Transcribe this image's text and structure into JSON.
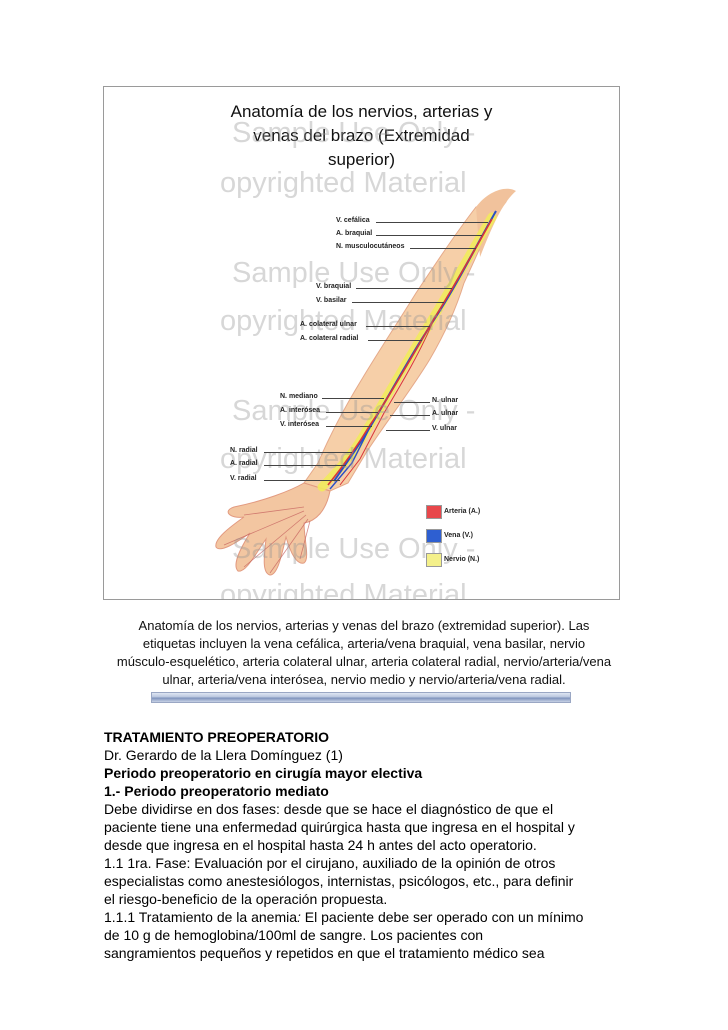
{
  "figure": {
    "title_lines": [
      "Anatomía de los nervios, arterias y",
      "venas del brazo (Extremidad",
      "superior)"
    ],
    "watermarks": [
      "Sample Use Only -",
      "opyrighted Material",
      "Sample Use Only -",
      "opyrighted Material",
      "Sample Use Only -",
      "opyrighted Material",
      "Sample Use Only -",
      "opyrighted Material"
    ],
    "labels": {
      "v_cefalica": "V. cefálica",
      "a_braquial": "A. braquial",
      "n_musculocutaneos": "N. musculocutáneos",
      "v_braquial": "V. braquial",
      "v_basilar": "V. basilar",
      "a_colateral_ulnar": "A. colateral ulnar",
      "a_colateral_radial": "A. colateral radial",
      "n_mediano": "N. mediano",
      "a_interosea": "A. interósea",
      "v_interosea": "V. interósea",
      "n_ulnar": "N. ulnar",
      "a_ulnar": "A. ulnar",
      "v_ulnar": "V. ulnar",
      "n_radial": "N. radial",
      "a_radial": "A. radial",
      "v_radial": "V. radial"
    },
    "legend": [
      {
        "label": "Arteria (A.)",
        "color": "#e8474b"
      },
      {
        "label": "Vena (V.)",
        "color": "#2e5fd1"
      },
      {
        "label": "Nervio (N.)",
        "color": "#f4f08a"
      }
    ],
    "colors": {
      "skin": "#f6cfa8",
      "skin_shade": "#e9a98a",
      "artery": "#d9343a",
      "vein": "#2a4fc4",
      "nerve": "#f2ea5c"
    }
  },
  "caption_lines": [
    "Anatomía de los nervios, arterias y venas del brazo (extremidad superior). Las",
    "etiquetas incluyen la vena cefálica, arteria/vena braquial, vena basilar, nervio",
    "músculo-esquelético, arteria colateral ulnar, arteria colateral radial, nervio/arteria/vena",
    "ulnar, arteria/vena interósea, nervio medio y nervio/arteria/vena radial."
  ],
  "body": {
    "heading": "TRATAMIENTO PREOPERATORIO",
    "author": "Dr. Gerardo de la Llera Domínguez (1)",
    "subheading": "Periodo preoperatorio en cirugía mayor electiva",
    "section": "1.- Periodo preoperatorio mediato",
    "para1": [
      "Debe dividirse en dos fases: desde que se hace el diagnóstico de que el",
      "paciente tiene una enfermedad quirúrgica hasta que ingresa en el hospital y",
      "desde que ingresa en el hospital hasta 24 h antes del acto operatorio."
    ],
    "para2": [
      "1.1 1ra. Fase: Evaluación por el cirujano, auxiliado de la opinión de otros",
      "especialistas como anestesiólogos, internistas, psicólogos, etc., para definir",
      "el riesgo-beneficio de la operación propuesta."
    ],
    "para3_first": "1.1.1 Tratamiento de la anemia",
    "para3_colon": ":",
    "para3_rest": " El paciente debe ser operado con un mínimo",
    "para3": [
      "de 10 g de hemoglobina/100ml de sangre. Los pacientes con",
      "sangramientos pequeños y repetidos en que el tratamiento médico sea"
    ]
  }
}
